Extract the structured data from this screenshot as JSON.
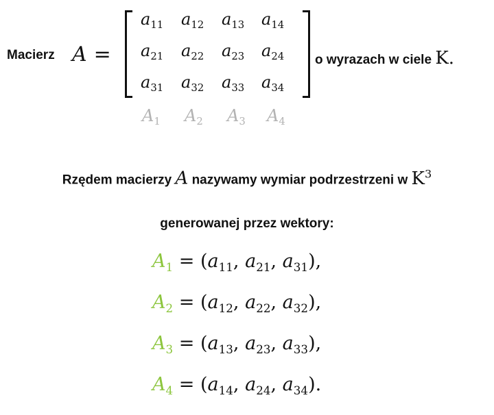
{
  "intro": {
    "label": "Macierz",
    "matrix_symbol": "A",
    "equals": "=",
    "trailing_text": "o wyrazach w ciele",
    "field_symbol": "K."
  },
  "matrix": {
    "rows": [
      [
        {
          "base": "a",
          "sub": "11"
        },
        {
          "base": "a",
          "sub": "12"
        },
        {
          "base": "a",
          "sub": "13"
        },
        {
          "base": "a",
          "sub": "14"
        }
      ],
      [
        {
          "base": "a",
          "sub": "21"
        },
        {
          "base": "a",
          "sub": "22"
        },
        {
          "base": "a",
          "sub": "23"
        },
        {
          "base": "a",
          "sub": "24"
        }
      ],
      [
        {
          "base": "a",
          "sub": "31"
        },
        {
          "base": "a",
          "sub": "32"
        },
        {
          "base": "a",
          "sub": "33"
        },
        {
          "base": "a",
          "sub": "34"
        }
      ]
    ],
    "column_labels": [
      {
        "base": "A",
        "sub": "1"
      },
      {
        "base": "A",
        "sub": "2"
      },
      {
        "base": "A",
        "sub": "3"
      },
      {
        "base": "A",
        "sub": "4"
      }
    ],
    "column_label_color": "#b3b3b3"
  },
  "definition": {
    "line1_before": "Rzędem macierzy",
    "line1_symbol": "A",
    "line1_after": "nazywamy wymiar podrzestrzeni w",
    "line1_field": "K",
    "line1_field_exp": "3",
    "line2": "generowanej przez wektory:"
  },
  "vectors": {
    "color": "#8dc63f",
    "items": [
      {
        "name": "A",
        "sub": "1",
        "lhs_eq": "=",
        "open": "(",
        "e1": "a",
        "s1": "11",
        "e2": "a",
        "s2": "21",
        "e3": "a",
        "s3": "31",
        "close": "),"
      },
      {
        "name": "A",
        "sub": "2",
        "lhs_eq": "=",
        "open": "(",
        "e1": "a",
        "s1": "12",
        "e2": "a",
        "s2": "22",
        "e3": "a",
        "s3": "32",
        "close": "),"
      },
      {
        "name": "A",
        "sub": "3",
        "lhs_eq": "=",
        "open": "(",
        "e1": "a",
        "s1": "13",
        "e2": "a",
        "s2": "23",
        "e3": "a",
        "s3": "33",
        "close": "),"
      },
      {
        "name": "A",
        "sub": "4",
        "lhs_eq": "=",
        "open": "(",
        "e1": "a",
        "s1": "14",
        "e2": "a",
        "s2": "24",
        "e3": "a",
        "s3": "34",
        "close": ")."
      }
    ]
  }
}
